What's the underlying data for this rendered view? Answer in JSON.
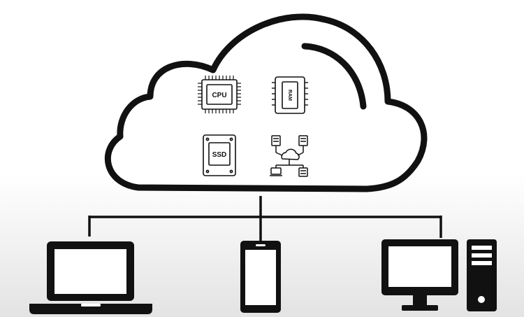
{
  "cloud": {
    "components": [
      {
        "id": "cpu",
        "label": "CPU",
        "icon": "cpu-chip-icon"
      },
      {
        "id": "ram",
        "label": "RAM",
        "icon": "ram-module-icon"
      },
      {
        "id": "ssd",
        "label": "SSD",
        "icon": "ssd-drive-icon"
      },
      {
        "id": "network",
        "label": "",
        "icon": "network-topology-icon"
      }
    ]
  },
  "devices": [
    {
      "id": "laptop",
      "icon": "laptop-icon"
    },
    {
      "id": "phone",
      "icon": "smartphone-icon"
    },
    {
      "id": "desktop",
      "icon": "desktop-computer-icon"
    }
  ],
  "colors": {
    "stroke": "#111111",
    "background_top": "#ffffff",
    "background_bottom": "#e3e3e3"
  }
}
